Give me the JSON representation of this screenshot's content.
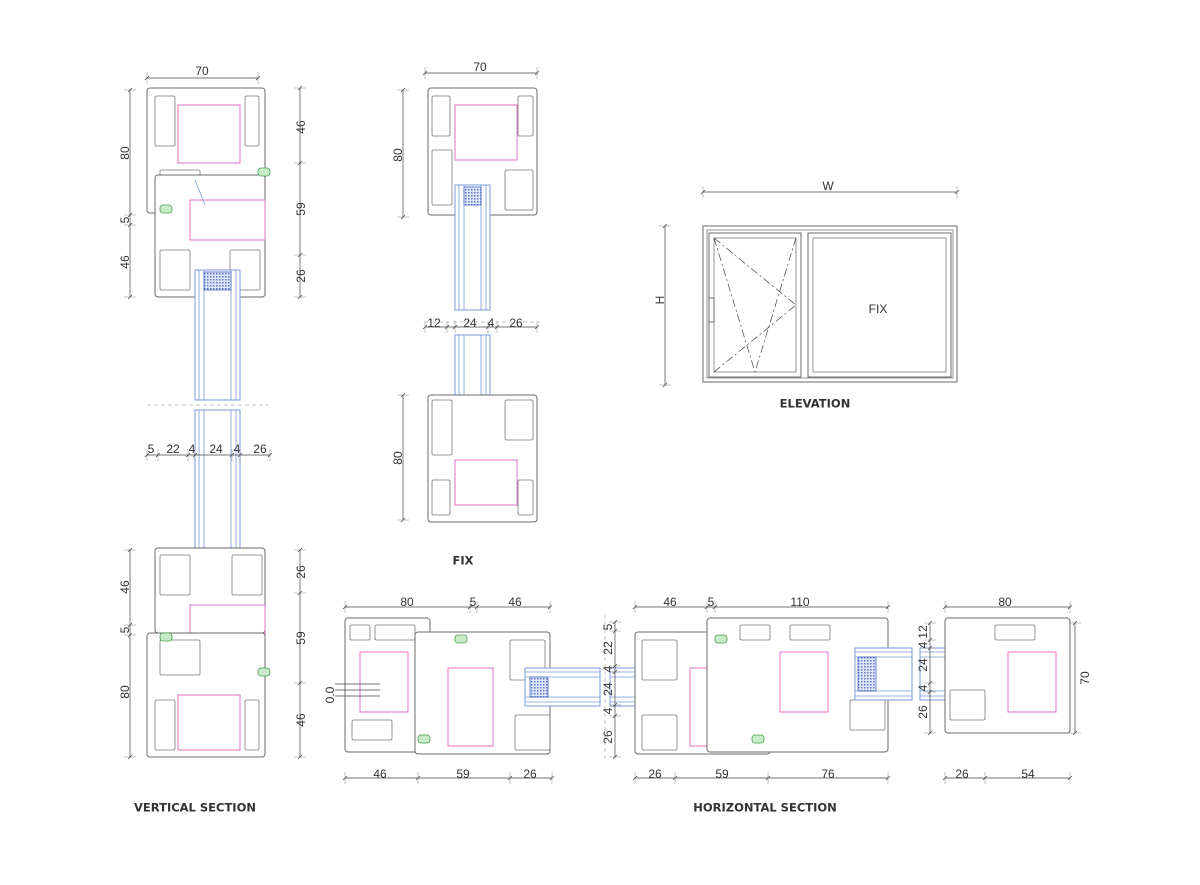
{
  "vertical_section": {
    "title": "VERTICAL SECTION",
    "top_width": "70",
    "left_dims": [
      "80",
      "5",
      "46"
    ],
    "right_dims": [
      "46",
      "59",
      "26"
    ],
    "glass_dims": [
      "5",
      "22",
      "4",
      "24",
      "4",
      "26"
    ],
    "bottom_left_dims": [
      "46",
      "5",
      "80"
    ],
    "bottom_right_dims": [
      "26",
      "59",
      "46"
    ]
  },
  "fix": {
    "title": "FIX",
    "top_width": "70",
    "left_dims": [
      "80",
      "80"
    ],
    "glass_dims": [
      "12",
      "24",
      "4",
      "26"
    ]
  },
  "elevation": {
    "title": "ELEVATION",
    "width_label": "W",
    "height_label": "H",
    "fix_label": "FIX"
  },
  "horizontal_section": {
    "title": "HORIZONTAL SECTION",
    "left_top": [
      "80",
      "5",
      "46"
    ],
    "left_bottom": [
      "46",
      "59",
      "26"
    ],
    "left_marker": "0.0",
    "center_vertical": [
      "5",
      "22",
      "4",
      "24",
      "4",
      "26"
    ],
    "right_top": [
      "46",
      "5",
      "110"
    ],
    "right_bottom": [
      "26",
      "59",
      "76"
    ],
    "fixed_top": "80",
    "fixed_vertical": [
      "12",
      "4",
      "24",
      "4",
      "26"
    ],
    "fixed_bottom": [
      "26",
      "54"
    ],
    "fixed_height": "70"
  },
  "colors": {
    "profile": "#6b6b6b",
    "reinforcement": "#e070c0",
    "glass": "#7a9ad8",
    "gasket": "#4a9a4a"
  }
}
